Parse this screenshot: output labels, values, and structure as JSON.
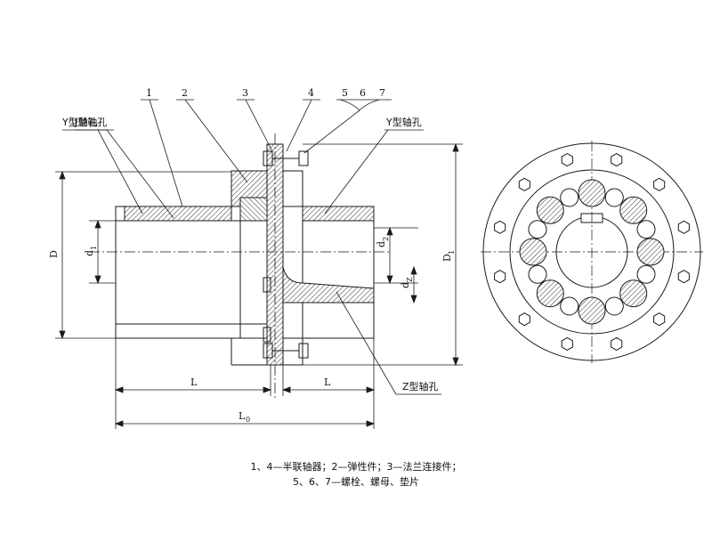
{
  "callouts": {
    "p1": "1",
    "p2": "2",
    "p3": "3",
    "p4": "4",
    "p5": "5",
    "p6": "6",
    "p7": "7"
  },
  "bore_labels": {
    "y_left": "Y型轴孔",
    "j": "J型轴孔",
    "y_right": "Y型轴孔",
    "z": "Z型轴孔"
  },
  "dims": {
    "D": "D",
    "D1": "D",
    "D1_sub": "1",
    "d1": "d",
    "d1_sub": "1",
    "d2": "d",
    "d2_sub": "2",
    "dz": "d",
    "dz_sub": "Z",
    "L_left": "L",
    "L_right": "L",
    "L0": "L",
    "L0_sub": "0"
  },
  "caption": {
    "line1": "1、4—半联轴器；2—弹性件；3—法兰连接件；",
    "line2": "5、6、7—螺栓、螺母、垫片"
  },
  "colors": {
    "line": "#1a1a1a",
    "hatch": "#333333"
  }
}
